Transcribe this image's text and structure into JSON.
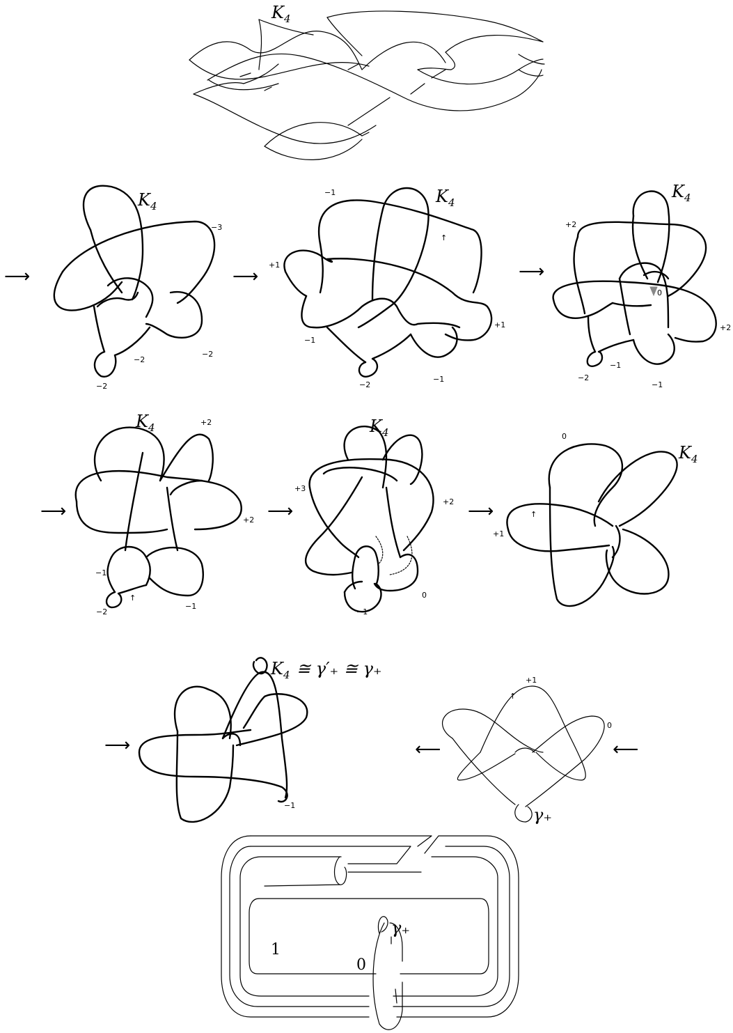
{
  "knot_name": "K",
  "knot_sub": "4",
  "figures": {
    "front_diagram": {
      "label": "K4"
    },
    "step1": {
      "coefficients": [
        "−3",
        "−2",
        "−2",
        "−2"
      ]
    },
    "step2": {
      "coefficients": [
        "−1",
        "+1",
        "−1",
        "−2",
        "−1",
        "+1"
      ]
    },
    "step3": {
      "coefficients": [
        "+2",
        "0",
        "+2",
        "−2",
        "−1",
        "−1"
      ]
    },
    "step4": {
      "coefficients": [
        "+2",
        "+2",
        "−1",
        "−2",
        "−1"
      ]
    },
    "step5": {
      "coefficients": [
        "+3",
        "+2",
        "0",
        "−1"
      ]
    },
    "step6": {
      "coefficients": [
        "0",
        "+1"
      ]
    },
    "step7": {
      "coefficients": [
        "−1"
      ],
      "equivalence": "≅ γ′₊ ≅ γ₊"
    },
    "step8": {
      "coefficients": [
        "+1",
        "0"
      ],
      "gamma_label": "γ₊"
    },
    "final_surgery": {
      "coefficients": [
        "1",
        "0"
      ],
      "gamma_label": "γ₊"
    }
  },
  "arrows": {
    "right": "⟶",
    "left": "⟵"
  }
}
